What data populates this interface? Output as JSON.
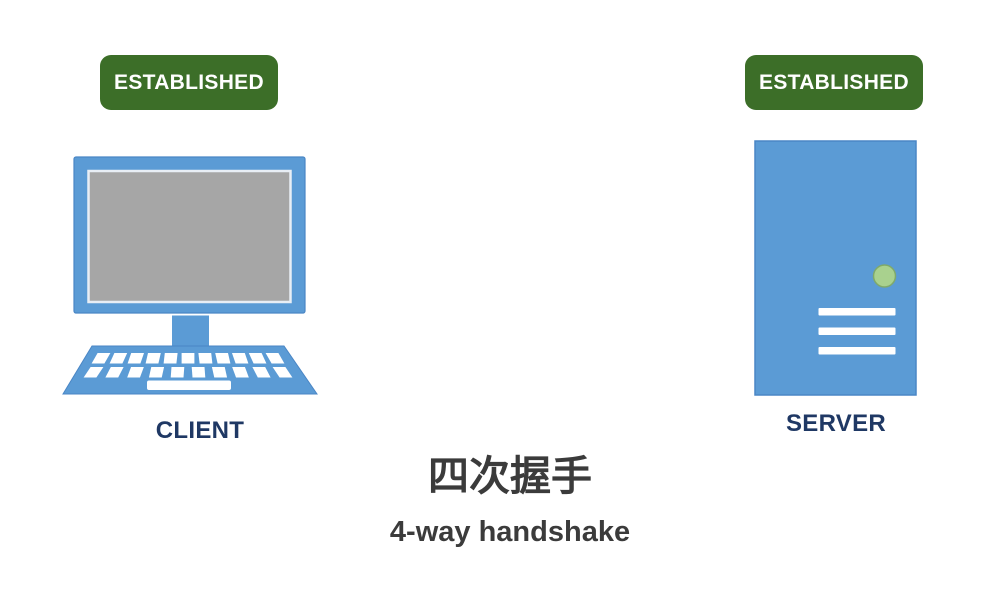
{
  "diagram": {
    "title_zh": "四次握手",
    "title_en": "4-way handshake"
  },
  "client": {
    "state_label": "ESTABLISHED",
    "name_label": "CLIENT",
    "icon": "desktop-computer-icon"
  },
  "server": {
    "state_label": "ESTABLISHED",
    "name_label": "SERVER",
    "icon": "server-tower-icon"
  },
  "colors": {
    "badge_green": "#3C6E28",
    "device_blue": "#5B9BD5",
    "device_blue_border": "#4A86C5",
    "screen_gray": "#A6A6A6",
    "screen_rim": "#E8EEF5",
    "label_navy": "#1F3864",
    "title_gray": "#3B3B3B",
    "led_green": "#A9D18E",
    "led_green_border": "#7FA96B",
    "key_white": "#FFFFFF"
  }
}
